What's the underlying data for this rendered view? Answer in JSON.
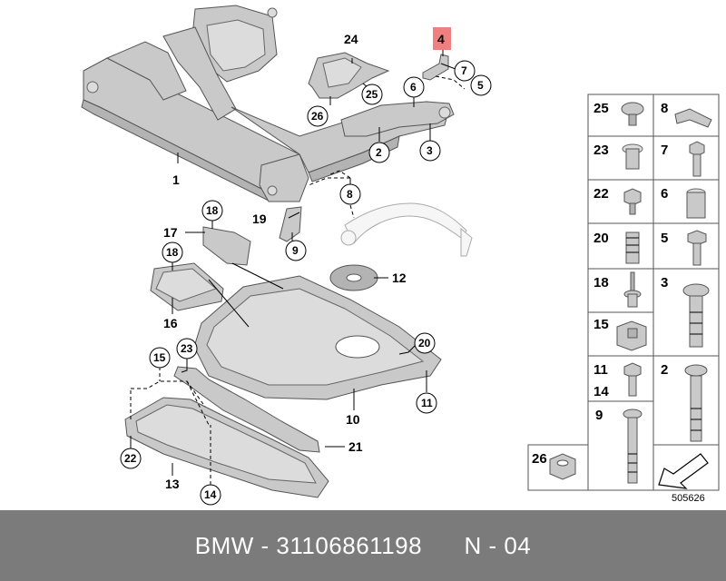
{
  "callouts": {
    "c1": "1",
    "c2": "2",
    "c3": "3",
    "c4": "4",
    "c5": "5",
    "c6": "6",
    "c7": "7",
    "c8": "8",
    "c9": "9",
    "c10": "10",
    "c11": "11",
    "c12": "12",
    "c13": "13",
    "c14": "14",
    "c15": "15",
    "c16": "16",
    "c17": "17",
    "c18a": "18",
    "c18b": "18",
    "c19": "19",
    "c20": "20",
    "c21": "21",
    "c22": "22",
    "c23": "23",
    "c24": "24",
    "c25": "25",
    "c26": "26"
  },
  "highlight_color": "#f08080",
  "legend": {
    "left": [
      "25",
      "23",
      "22",
      "20",
      "18",
      "15",
      "11",
      "14",
      "9"
    ],
    "right": [
      "8",
      "7",
      "6",
      "5",
      "3",
      "2"
    ],
    "bottom": "26"
  },
  "reference_number": "505626",
  "footer": {
    "text": "BMW - 31106861198      N - 04"
  }
}
